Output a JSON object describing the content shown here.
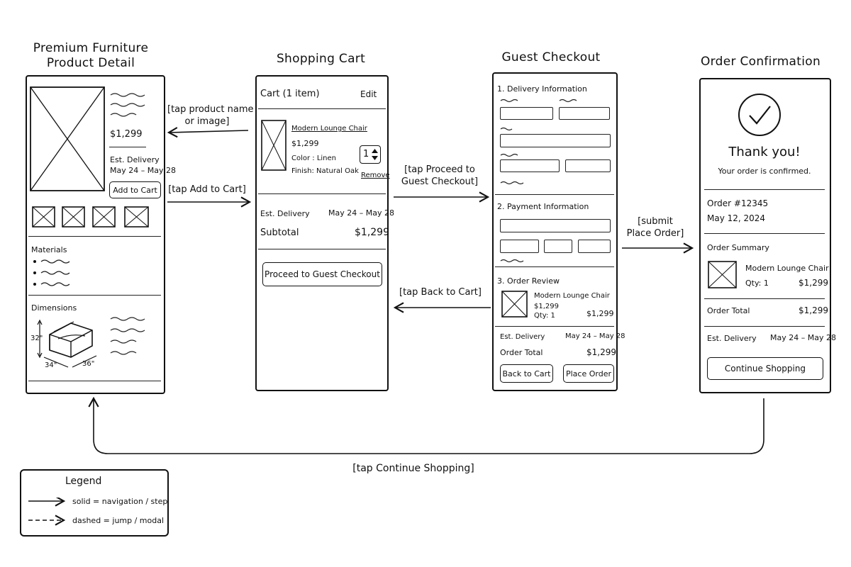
{
  "screens": {
    "product": {
      "title_line1": "Premium Furniture",
      "title_line2": "Product Detail",
      "price": "$1,299",
      "est_delivery_label": "Est. Delivery",
      "est_delivery_dates": "May 24 – May 28",
      "add_to_cart": "Add to Cart",
      "materials_heading": "Materials",
      "dimensions_heading": "Dimensions",
      "dim_height": "32\"",
      "dim_depth": "34\"",
      "dim_width": "36\""
    },
    "cart": {
      "title": "Shopping Cart",
      "header": "Cart (1 item)",
      "edit": "Edit",
      "item_name": "Modern Lounge Chair",
      "item_price": "$1,299",
      "color": "Color : Linen",
      "finish": "Finish: Natural Oak",
      "qty_value": "1",
      "remove": "Remove",
      "est_delivery_label": "Est. Delivery",
      "est_delivery_dates": "May 24 – May 28",
      "subtotal_label": "Subtotal",
      "subtotal_value": "$1,299",
      "proceed_button": "Proceed to Guest Checkout"
    },
    "checkout": {
      "title": "Guest Checkout",
      "section1": "1. Delivery Information",
      "section2": "2. Payment Information",
      "section3": "3. Order Review",
      "item_name": "Modern Lounge Chair",
      "item_price": "$1,299",
      "item_qty": "Qty: 1",
      "item_total": "$1,299",
      "est_delivery_label": "Est. Delivery",
      "est_delivery_dates": "May 24 – May 28",
      "order_total_label": "Order Total",
      "order_total_value": "$1,299",
      "back_button": "Back to Cart",
      "place_button": "Place Order"
    },
    "confirmation": {
      "title": "Order Confirmation",
      "thank_you": "Thank you!",
      "confirmed": "Your order is confirmed.",
      "order_number": "Order #12345",
      "order_date": "May 12, 2024",
      "summary_heading": "Order Summary",
      "item_name": "Modern Lounge Chair",
      "item_qty": "Qty: 1",
      "item_price": "$1,299",
      "order_total_label": "Order Total",
      "order_total_value": "$1,299",
      "est_delivery_label": "Est. Delivery",
      "est_delivery_dates": "May 24 – May 28",
      "continue_button": "Continue Shopping"
    }
  },
  "transitions": {
    "cart_to_product_line1": "[tap product name",
    "cart_to_product_line2": "or image]",
    "add_to_cart": "[tap Add to Cart]",
    "proceed_line1": "[tap Proceed to",
    "proceed_line2": "Guest Checkout]",
    "back_to_cart": "[tap Back to Cart]",
    "submit_line1": "[submit",
    "submit_line2": "Place Order]",
    "continue_shopping": "[tap Continue Shopping]"
  },
  "legend": {
    "title": "Legend",
    "solid": "solid = navigation / step",
    "dashed": "dashed = jump / modal"
  },
  "icons": {
    "image_placeholder": "crossed-box-icon",
    "check": "checkmark-circle-icon",
    "chair": "armchair-sketch-icon",
    "stepper": "up-down-arrows-icon"
  }
}
